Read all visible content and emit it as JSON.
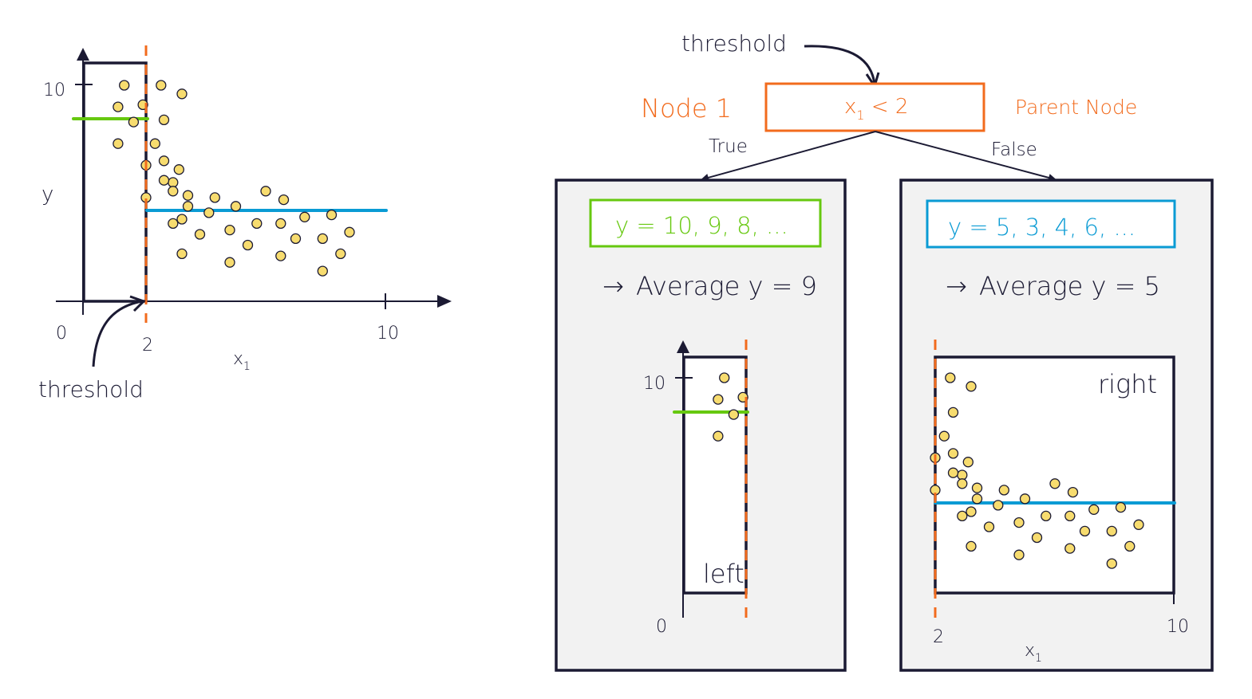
{
  "colors": {
    "dark": "#1b1a33",
    "orange": "#f26b1d",
    "green": "#66c80f",
    "blue": "#0a9bd4",
    "point_fill": "#f7dc6f",
    "panel_bg": "#f2f2f2"
  },
  "main_chart": {
    "y_label": "y",
    "x_label": "x",
    "x_label_sub": "1",
    "tick_y10": "10",
    "tick_x0": "0",
    "tick_x2": "2",
    "tick_x10": "10",
    "threshold_label": "threshold",
    "threshold_x": 2,
    "left_mean": 9,
    "right_mean": 5
  },
  "tree": {
    "threshold_label": "threshold",
    "node_expr_var": "x",
    "node_expr_sub": "1",
    "node_expr_rest": " < 2",
    "node_label": "Node 1",
    "parent_label": "Parent Node",
    "true_label": "True",
    "false_label": "False"
  },
  "left_panel": {
    "values_text": "y = 10, 9, 8, ...",
    "average_text": "Average y = 9",
    "arrow_glyph": "→",
    "region_label": "left",
    "tick_y10": "10",
    "tick_x0": "0"
  },
  "right_panel": {
    "values_text": "y = 5, 3, 4, 6, ...",
    "average_text": "Average y = 5",
    "arrow_glyph": "→",
    "region_label": "right",
    "tick_x2": "2",
    "tick_x10": "10",
    "x_label": "x",
    "x_label_sub": "1"
  },
  "chart_data": {
    "type": "scatter",
    "title": "",
    "xlabel": "x1",
    "ylabel": "y",
    "xlim": [
      0,
      10
    ],
    "ylim": [
      0,
      10
    ],
    "threshold": 2,
    "left_mean": 9,
    "right_mean": 5,
    "points_left": [
      [
        1.3,
        10.0
      ],
      [
        1.1,
        9.0
      ],
      [
        1.6,
        8.3
      ],
      [
        1.1,
        7.3
      ],
      [
        1.9,
        9.1
      ]
    ],
    "points_right": [
      [
        2.5,
        10.0
      ],
      [
        3.2,
        9.6
      ],
      [
        2.6,
        8.4
      ],
      [
        2.3,
        7.3
      ],
      [
        2.0,
        6.3
      ],
      [
        2.6,
        6.5
      ],
      [
        2.9,
        5.5
      ],
      [
        3.1,
        6.1
      ],
      [
        2.6,
        5.6
      ],
      [
        2.9,
        5.1
      ],
      [
        3.4,
        4.9
      ],
      [
        3.4,
        4.4
      ],
      [
        4.3,
        4.8
      ],
      [
        3.2,
        3.8
      ],
      [
        4.1,
        4.1
      ],
      [
        5.0,
        4.4
      ],
      [
        6.0,
        5.1
      ],
      [
        6.6,
        4.7
      ],
      [
        2.9,
        3.6
      ],
      [
        3.8,
        3.1
      ],
      [
        4.8,
        3.3
      ],
      [
        5.7,
        3.6
      ],
      [
        6.5,
        3.6
      ],
      [
        7.3,
        3.9
      ],
      [
        8.2,
        4.0
      ],
      [
        5.4,
        2.6
      ],
      [
        3.2,
        2.2
      ],
      [
        4.8,
        1.8
      ],
      [
        6.5,
        2.1
      ],
      [
        7.0,
        2.9
      ],
      [
        7.9,
        2.9
      ],
      [
        8.8,
        3.2
      ],
      [
        8.5,
        2.2
      ],
      [
        7.9,
        1.4
      ],
      [
        2.0,
        4.8
      ]
    ]
  }
}
